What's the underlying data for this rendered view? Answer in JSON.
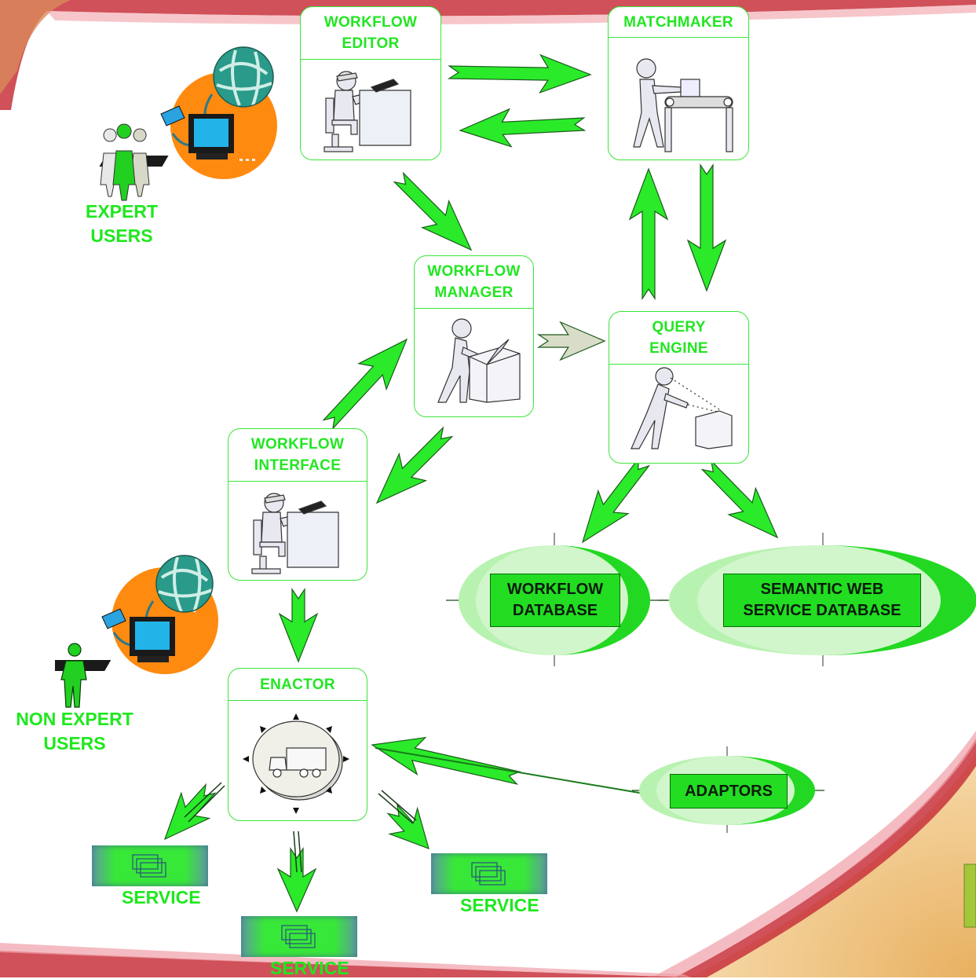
{
  "title": "",
  "colors": {
    "accent_green": "#22e622",
    "arrow_green": "#2aea2a",
    "arrow_gray": "#d8dcc8",
    "db_fill": "#22dd22",
    "orange": "#ff8a10"
  },
  "boxes": {
    "workflow_editor": {
      "label": "WORKFLOW\nEDITOR",
      "icon": "person-at-desk-icon"
    },
    "matchmaker": {
      "label": "MATCHMAKER",
      "icon": "person-at-conveyor-icon"
    },
    "workflow_manager": {
      "label": "WORKFLOW\nMANAGER",
      "icon": "person-pushing-box-icon"
    },
    "query_engine": {
      "label": "QUERY\nENGINE",
      "icon": "person-pulling-box-icon"
    },
    "workflow_interface": {
      "label": "WORKFLOW\nINTERFACE",
      "icon": "person-at-desk-icon"
    },
    "enactor": {
      "label": "ENACTOR",
      "icon": "delivery-truck-icon"
    }
  },
  "databases": {
    "workflow_db": {
      "label": "WORKFLOW\nDATABASE"
    },
    "semantic_db": {
      "label": "SEMANTIC WEB\nSERVICE DATABASE"
    },
    "adaptors": {
      "label": "ADAPTORS"
    }
  },
  "users": {
    "expert": {
      "label": "EXPERT\nUSERS",
      "icon": "user-group-icon"
    },
    "non_expert": {
      "label": "NON EXPERT\nUSERS",
      "icon": "single-user-icon"
    }
  },
  "services": [
    {
      "label": "SERVICE",
      "icon": "stacked-windows-icon"
    },
    {
      "label": "SERVICE",
      "icon": "stacked-windows-icon"
    },
    {
      "label": "SERVICE",
      "icon": "stacked-windows-icon"
    }
  ]
}
